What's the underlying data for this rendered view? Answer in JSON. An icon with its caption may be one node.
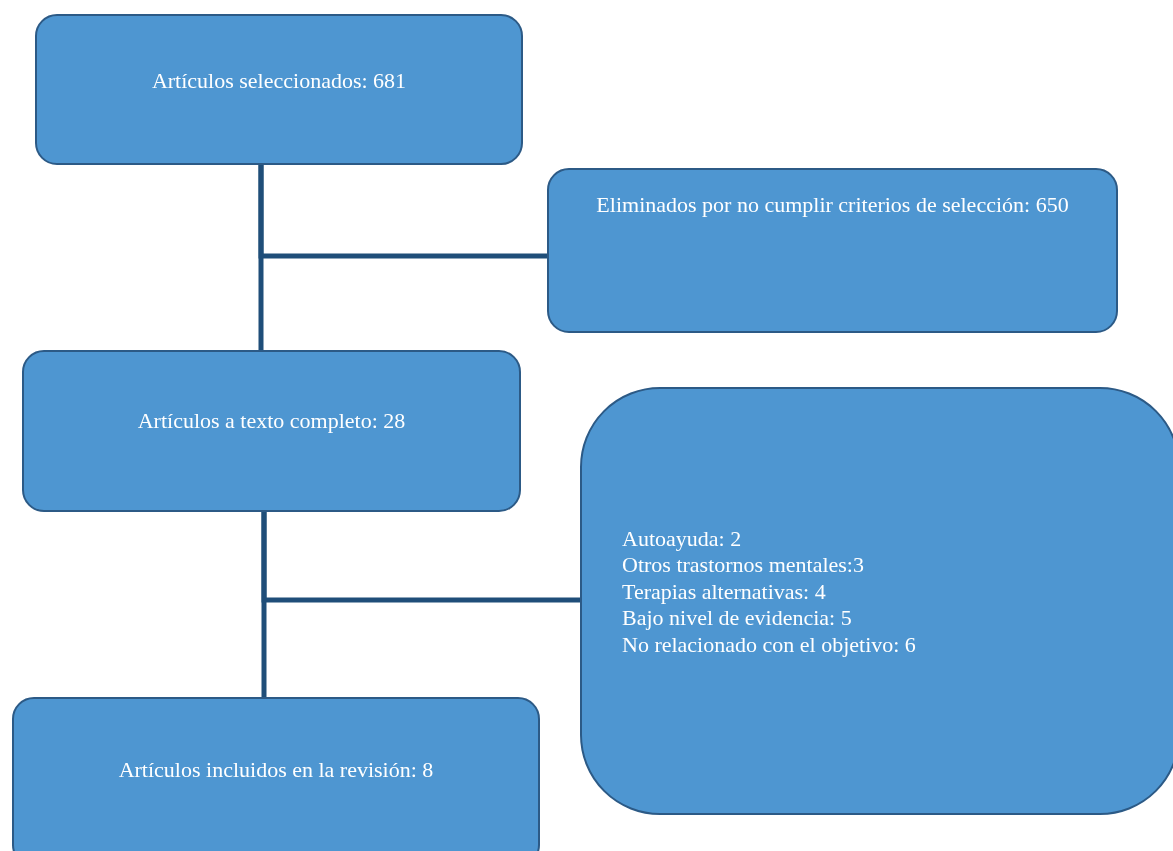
{
  "diagram": {
    "nodes": [
      {
        "text": [
          "Artículos seleccionados: 681"
        ]
      },
      {
        "text": [
          "Eliminados por no cumplir criterios de selección: 650"
        ]
      },
      {
        "text": [
          "Artículos a texto completo: 28"
        ]
      },
      {
        "text": [
          "Autoayuda: 2",
          "Otros trastornos mentales:3",
          "Terapias alternativas: 4",
          "Bajo nivel de evidencia: 5",
          "No relacionado con el objetivo: 6"
        ]
      },
      {
        "text": [
          "Artículos incluidos en la revisión: 8"
        ]
      }
    ],
    "edges": [
      {
        "from": 0,
        "to": 2,
        "arrow": "none"
      },
      {
        "from": 0,
        "to": 1,
        "arrow": "none"
      },
      {
        "from": 2,
        "to": 4,
        "arrow": "none"
      },
      {
        "from": 2,
        "to": 3,
        "arrow": "none"
      }
    ]
  }
}
